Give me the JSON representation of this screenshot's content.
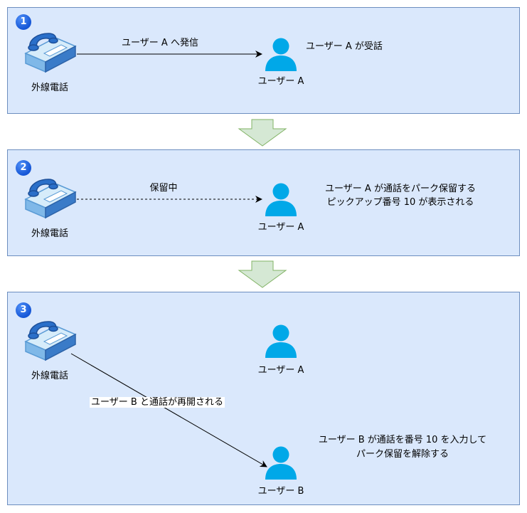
{
  "steps": [
    {
      "number": "1",
      "phone_label": "外線電話",
      "arrow_label": "ユーザー A へ発信",
      "user_label": "ユーザー A",
      "note_lines": [
        "ユーザー A が受話"
      ]
    },
    {
      "number": "2",
      "phone_label": "外線電話",
      "arrow_label": "保留中",
      "user_label": "ユーザー A",
      "note_lines": [
        "ユーザー A が通話をパーク保留する",
        "ピックアップ番号 10 が表示される"
      ]
    },
    {
      "number": "3",
      "phone_label": "外線電話",
      "arrow_label": "ユーザー B と通話が再開される",
      "user_a_label": "ユーザー A",
      "user_b_label": "ユーザー B",
      "note_lines": [
        "ユーザー B が通話を番号 10 を入力して",
        "パーク保留を解除する"
      ]
    }
  ],
  "colors": {
    "panel_fill": "#dae8fc",
    "panel_border": "#6c8ebf",
    "badge": "#1a5fd9",
    "user_icon": "#00a8e8",
    "flow_arrow_fill": "#d5e8d4",
    "flow_arrow_border": "#82b366"
  },
  "icons": [
    "phone-icon",
    "user-icon",
    "down-arrow-icon"
  ]
}
